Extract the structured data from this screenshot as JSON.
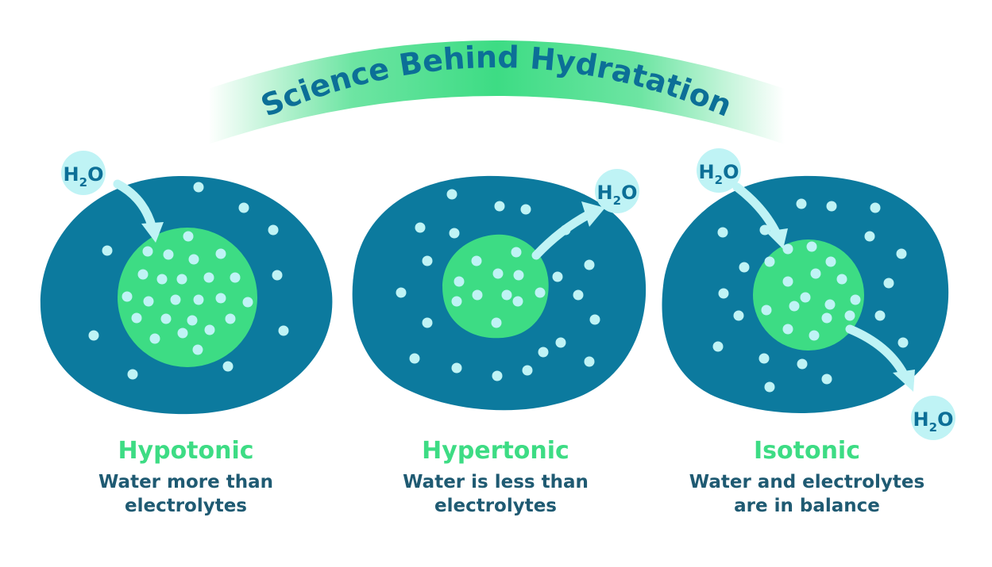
{
  "title": "Science Behind Hydratation",
  "molecule": {
    "letter": "H",
    "subscript": "2",
    "suffix": "O"
  },
  "colors": {
    "cell": "#0c7a9e",
    "nucleus": "#3ddc84",
    "dot": "#bff3f5",
    "arrow": "#bff3f5",
    "title_text": "#0c6f97",
    "banner": "#3ddc84",
    "caption_title": "#3ddc84",
    "caption_text": "#1f5a72"
  },
  "panels": [
    {
      "id": "hypotonic",
      "title": "Hypotonic",
      "line1": "Water more than",
      "line2": "electrolytes"
    },
    {
      "id": "hypertonic",
      "title": "Hypertonic",
      "line1": "Water is less than",
      "line2": "electrolytes"
    },
    {
      "id": "isotonic",
      "title": "Isotonic",
      "line1": "Water and electrolytes",
      "line2": "are in balance"
    }
  ]
}
